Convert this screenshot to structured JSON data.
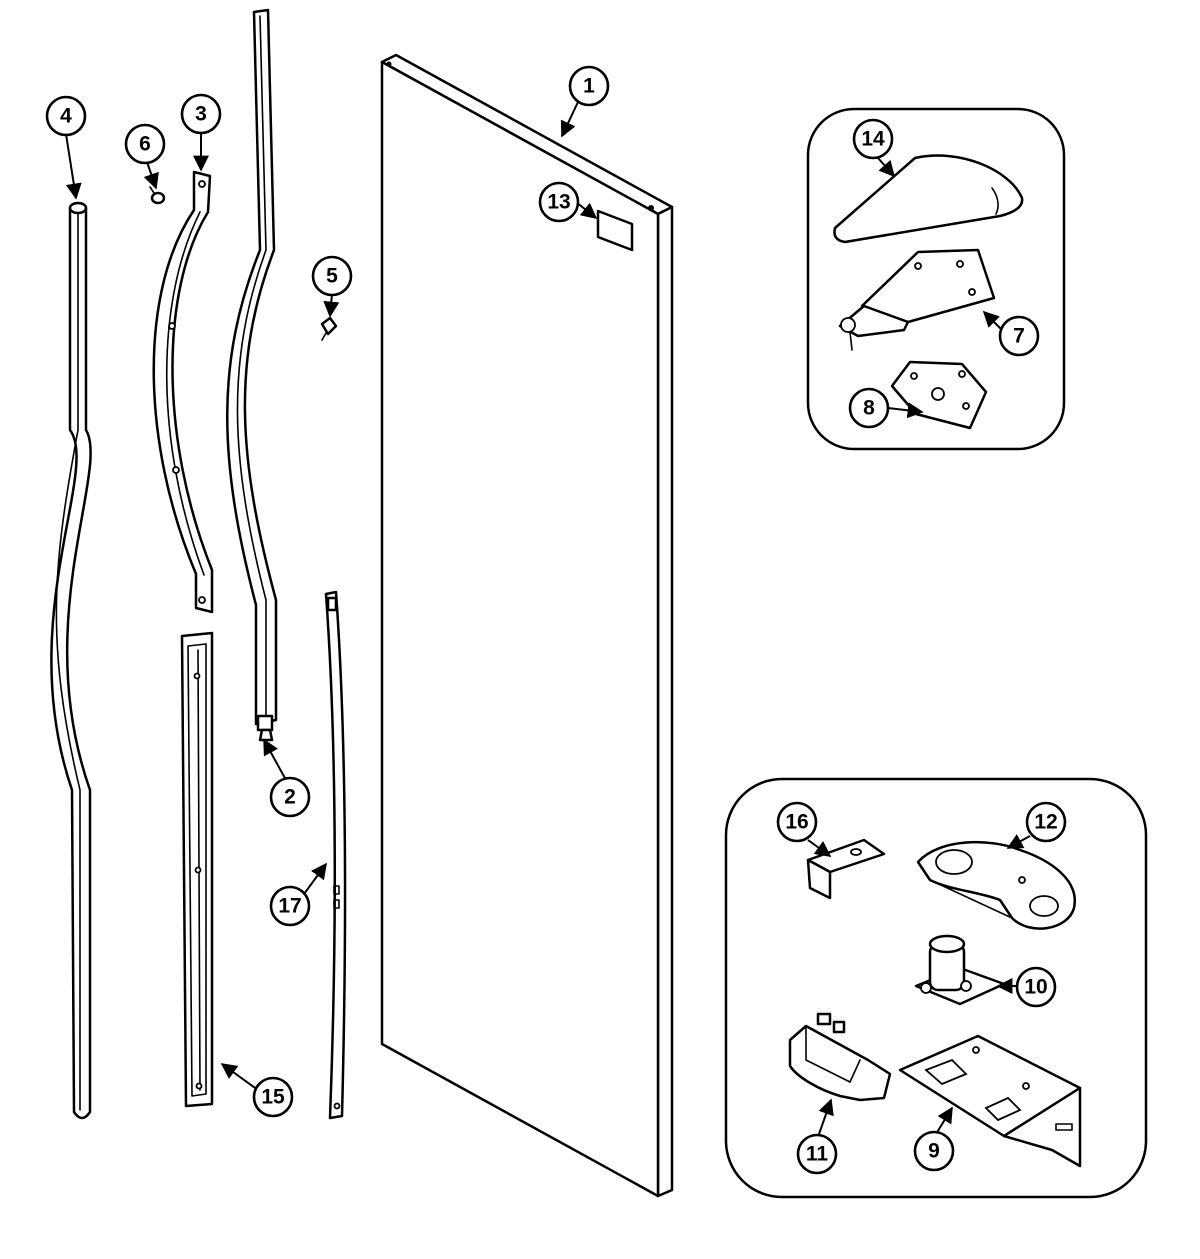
{
  "callouts": [
    {
      "id": "part-1",
      "label": "1"
    },
    {
      "id": "part-2",
      "label": "2"
    },
    {
      "id": "part-3",
      "label": "3"
    },
    {
      "id": "part-4",
      "label": "4"
    },
    {
      "id": "part-5",
      "label": "5"
    },
    {
      "id": "part-6",
      "label": "6"
    },
    {
      "id": "part-7",
      "label": "7"
    },
    {
      "id": "part-8",
      "label": "8"
    },
    {
      "id": "part-9",
      "label": "9"
    },
    {
      "id": "part-10",
      "label": "10"
    },
    {
      "id": "part-11",
      "label": "11"
    },
    {
      "id": "part-12",
      "label": "12"
    },
    {
      "id": "part-13",
      "label": "13"
    },
    {
      "id": "part-14",
      "label": "14"
    },
    {
      "id": "part-15",
      "label": "15"
    },
    {
      "id": "part-16",
      "label": "16"
    },
    {
      "id": "part-17",
      "label": "17"
    }
  ]
}
